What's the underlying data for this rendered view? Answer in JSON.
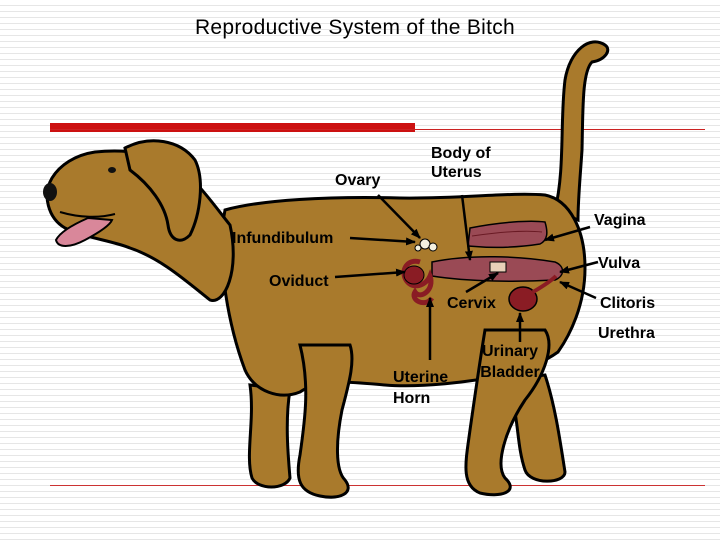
{
  "title": "Reproductive System of the Bitch",
  "colors": {
    "dog_fur": "#a97a2c",
    "outline": "#000000",
    "organ_dark": "#8a1c24",
    "organ_mid": "#9a4a55",
    "tongue": "#d9879a",
    "accent_red": "#cc1111"
  },
  "labels": {
    "ovary": "Ovary",
    "body_of_uterus_1": "Body of",
    "body_of_uterus_2": "Uterus",
    "vagina": "Vagina",
    "infundibulum": "Infundibulum",
    "vulva": "Vulva",
    "oviduct": "Oviduct",
    "cervix": "Cervix",
    "clitoris": "Clitoris",
    "urethra": "Urethra",
    "urinary_bladder_1": "Urinary",
    "urinary_bladder_2": "Bladder",
    "uterine_horn_1": "Uterine",
    "uterine_horn_2": "Horn"
  }
}
